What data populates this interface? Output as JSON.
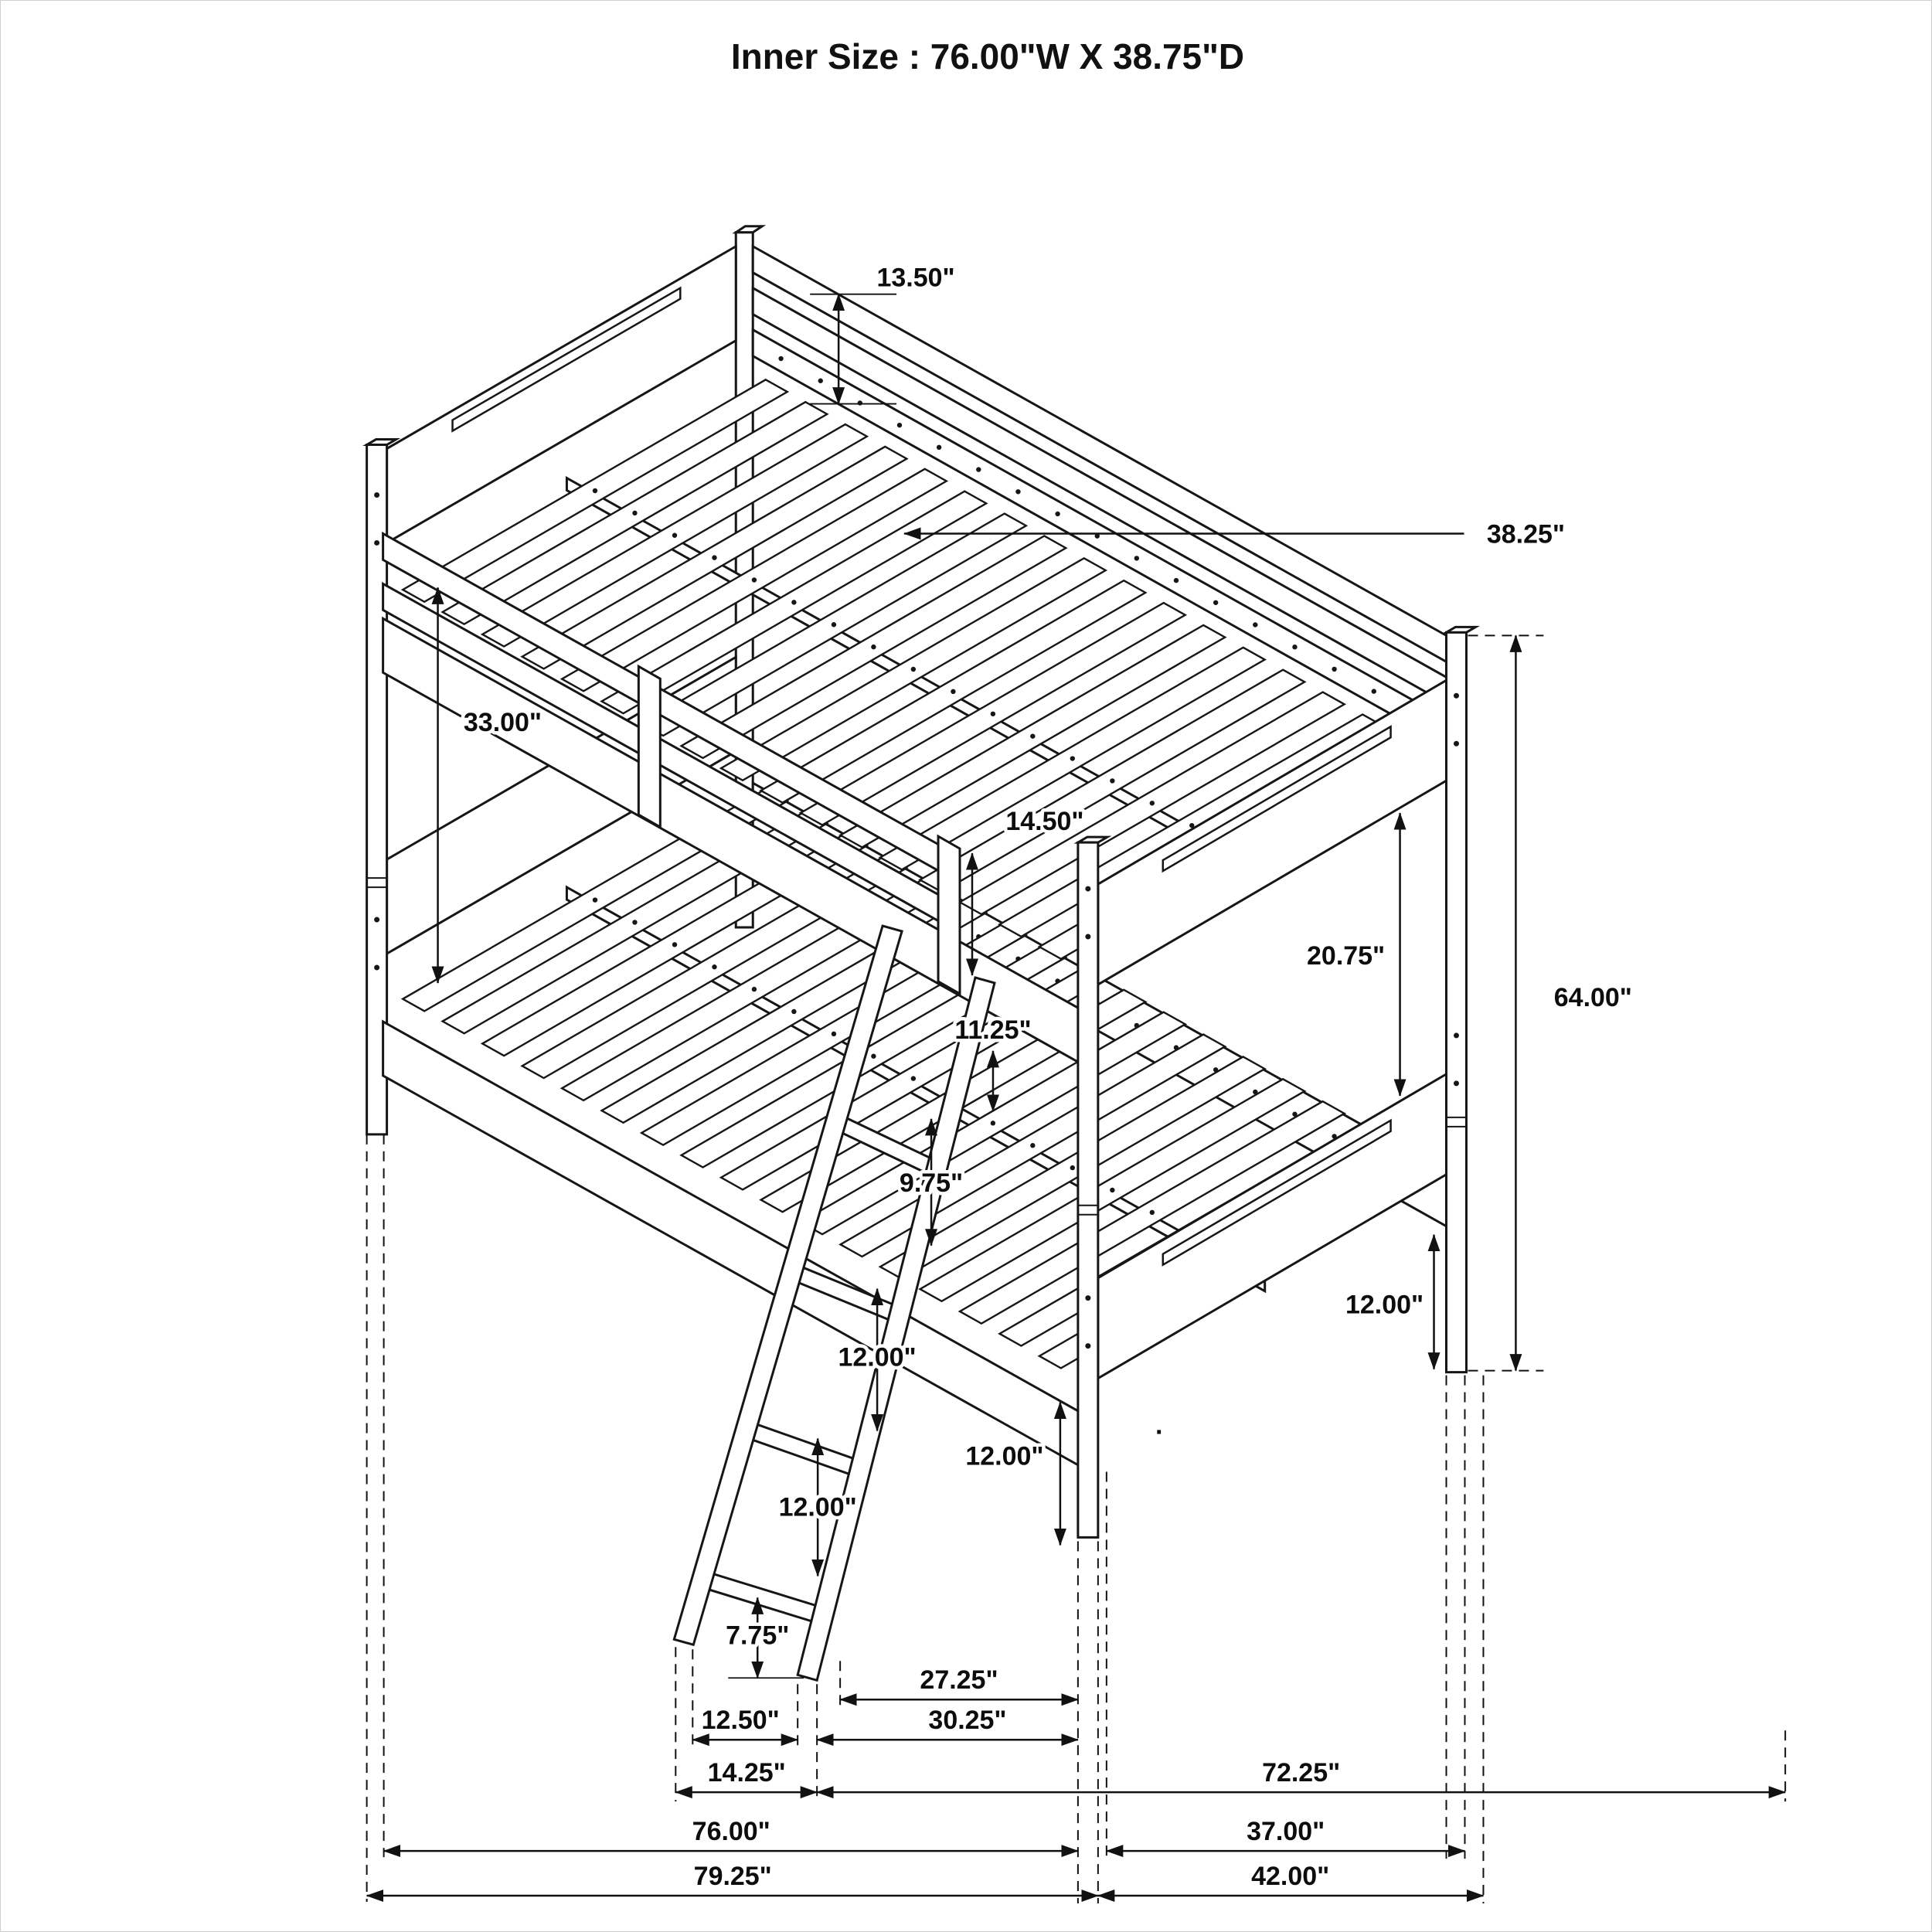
{
  "title": "Inner Size : 76.00\"W X 38.75\"D",
  "diagram": {
    "subject": "twin-over-twin bunk bed with ladder",
    "style": "isometric dimension line drawing"
  },
  "dims": {
    "d13_50": "13.50\"",
    "d38_25": "38.25\"",
    "d33_00": "33.00\"",
    "d14_50": "14.50\"",
    "d20_75": "20.75\"",
    "d64_00": "64.00\"",
    "d11_25": "11.25\"",
    "d9_75": "9.75\"",
    "d12_00_ladder_upper": "12.00\"",
    "d12_00_ladder_lower": "12.00\"",
    "d12_00_front_post": "12.00\"",
    "d12_00_right_post": "12.00\"",
    "d7_75": "7.75\"",
    "d27_25": "27.25\"",
    "d12_50": "12.50\"",
    "d30_25": "30.25\"",
    "d14_25": "14.25\"",
    "d72_25": "72.25\"",
    "d76_00": "76.00\"",
    "d37_00": "37.00\"",
    "d79_25": "79.25\"",
    "d42_00": "42.00\""
  },
  "stray_mark": "."
}
